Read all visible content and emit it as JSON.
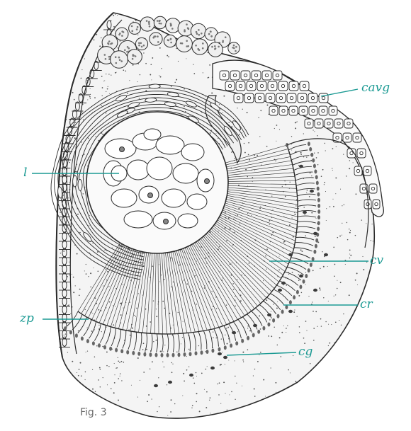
{
  "figure": {
    "caption": "Fig. 3",
    "label_color": "#1b9a93",
    "ink_color": "#2a2a2a",
    "caption_color": "#6b6b6b"
  },
  "labels": {
    "lens": "l",
    "cavg": "cavg",
    "cv": "cv",
    "cr": "cr",
    "zp": "zp",
    "cg": "cg"
  }
}
